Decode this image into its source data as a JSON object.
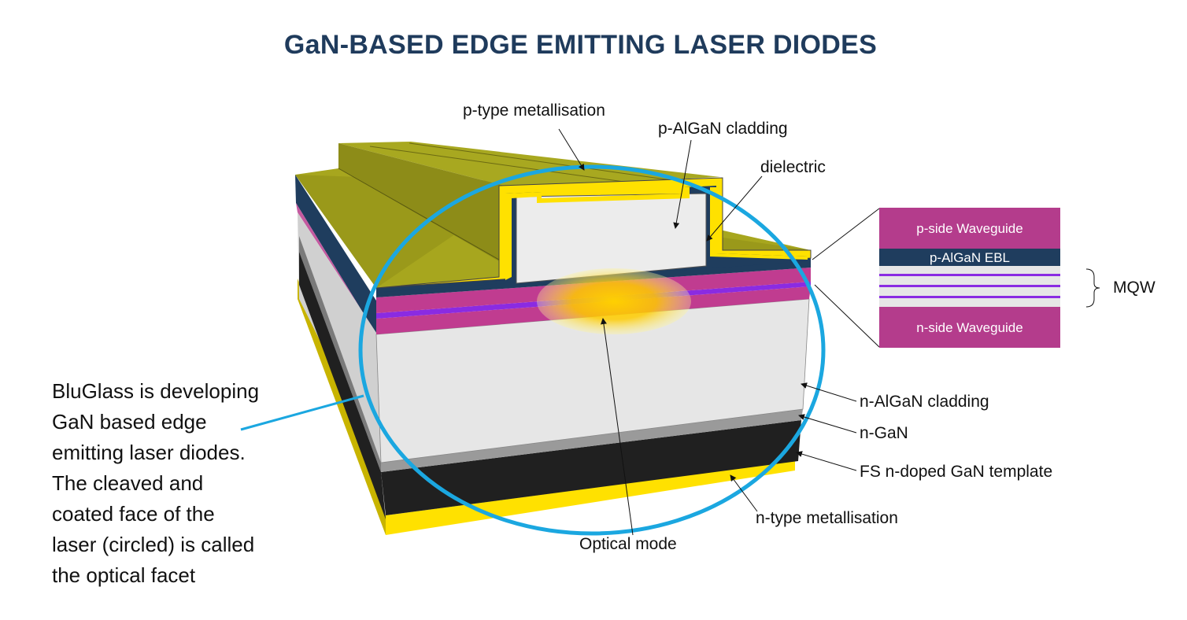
{
  "title": "GaN-BASED EDGE EMITTING LASER DIODES",
  "labels": {
    "p_metal": "p-type metallisation",
    "p_cladding": "p-AlGaN cladding",
    "dielectric": "dielectric",
    "n_cladding": "n-AlGaN cladding",
    "n_gan": "n-GaN",
    "fs_template": "FS n-doped GaN template",
    "n_metal": "n-type metallisation",
    "optical_mode": "Optical mode"
  },
  "inset": {
    "p_waveguide": "p-side Waveguide",
    "ebl": "p-AlGaN EBL",
    "n_waveguide": "n-side Waveguide",
    "mqw": "MQW"
  },
  "caption_lines": [
    "BluGlass is developing",
    "GaN based edge",
    "emitting laser diodes.",
    "The cleaved and",
    "coated face of the",
    "laser (circled) is called",
    "the optical facet"
  ],
  "colors": {
    "title": "#1f3b5c",
    "metal_top": "#a7a61e",
    "metal_yellow": "#ffe100",
    "dielectric": "#1f3d5e",
    "waveguide": "#b43c8c",
    "mqw": "#8a2be2",
    "cladding": "#e6e6e6",
    "n_gan": "#9a9a9a",
    "substrate": "#202020",
    "circle": "#1ba7e0"
  }
}
